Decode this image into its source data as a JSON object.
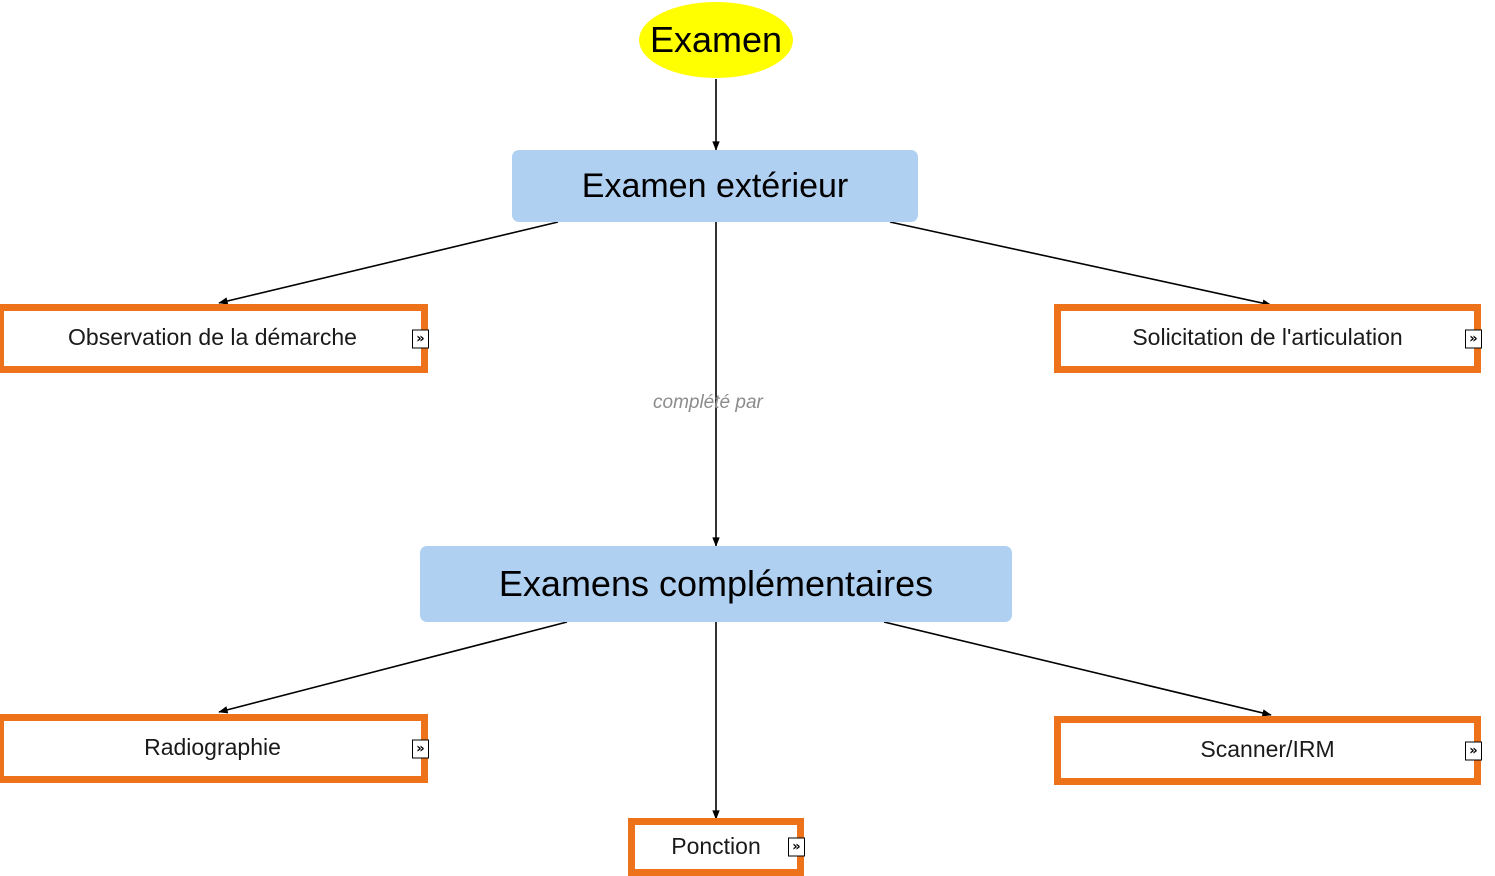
{
  "diagram": {
    "title_node": {
      "label": "Examen",
      "fill": "#ffff00",
      "text_color": "#000000"
    },
    "process_nodes": [
      {
        "id": "examen-exterieur",
        "label": "Examen extérieur",
        "fill": "#afd0f1"
      },
      {
        "id": "examens-complementaires",
        "label": "Examens complémentaires",
        "fill": "#afd0f1"
      }
    ],
    "leaf_nodes": [
      {
        "id": "observation-demarche",
        "label": "Observation de la démarche",
        "border": "#ee7219",
        "fill": "#ffffff",
        "badge": "»"
      },
      {
        "id": "solicitation-articulation",
        "label": "Solicitation de l'articulation",
        "border": "#ee7219",
        "fill": "#ffffff",
        "badge": "»"
      },
      {
        "id": "radiographie",
        "label": "Radiographie",
        "border": "#ee7219",
        "fill": "#ffffff",
        "badge": "»"
      },
      {
        "id": "scanner-irm",
        "label": "Scanner/IRM",
        "border": "#ee7219",
        "fill": "#ffffff",
        "badge": "»"
      },
      {
        "id": "ponction",
        "label": "Ponction",
        "border": "#ee7219",
        "fill": "#ffffff",
        "badge": "»"
      }
    ],
    "edge_labels": [
      {
        "id": "complete-par",
        "label": "complété par",
        "color": "#8c8c8c"
      }
    ],
    "edge_color": "#000000"
  }
}
